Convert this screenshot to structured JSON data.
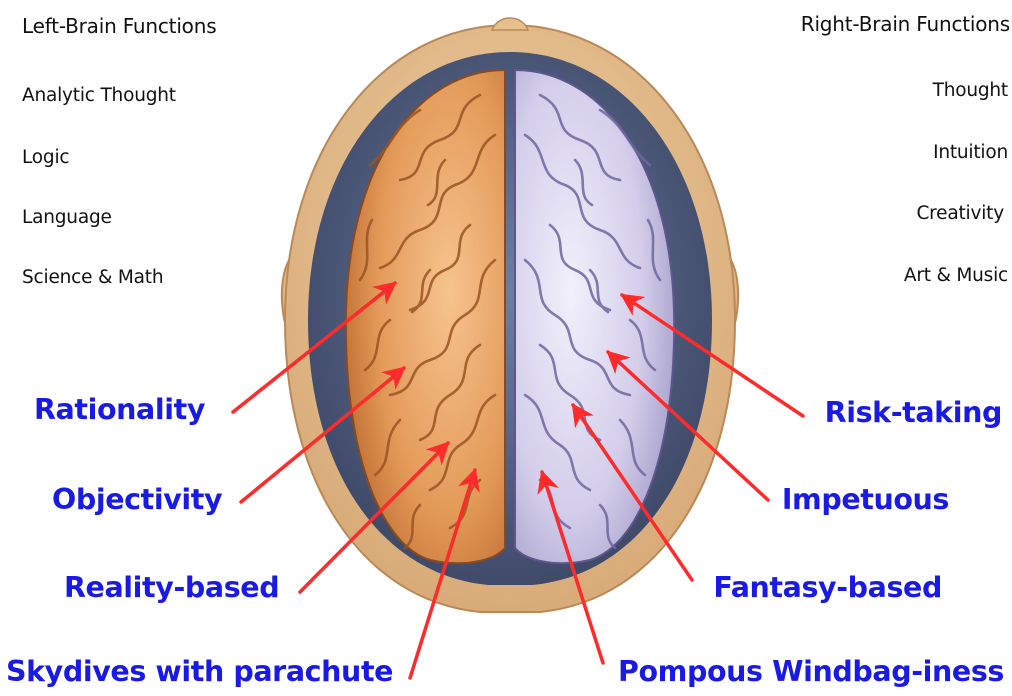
{
  "left_functions": {
    "title": "Left-Brain Functions",
    "items": [
      "Analytic Thought",
      "Logic",
      "Language",
      "Science & Math"
    ]
  },
  "right_functions": {
    "title": "Right-Brain Functions",
    "items": [
      "Thought",
      "Intuition",
      "Creativity",
      "Art & Music"
    ]
  },
  "left_traits": [
    "Rationality",
    "Objectivity",
    "Reality-based",
    "Skydives with parachute"
  ],
  "right_traits": [
    "Risk-taking",
    "Impetuous",
    "Fantasy-based",
    "Pompous Windbag-iness"
  ],
  "colors": {
    "left_hemisphere": "#e8a063",
    "right_hemisphere": "#d7d2ea",
    "trait_text": "#1a1ae6",
    "arrow": "#ff2a2a",
    "skull": "#e6c08e"
  }
}
